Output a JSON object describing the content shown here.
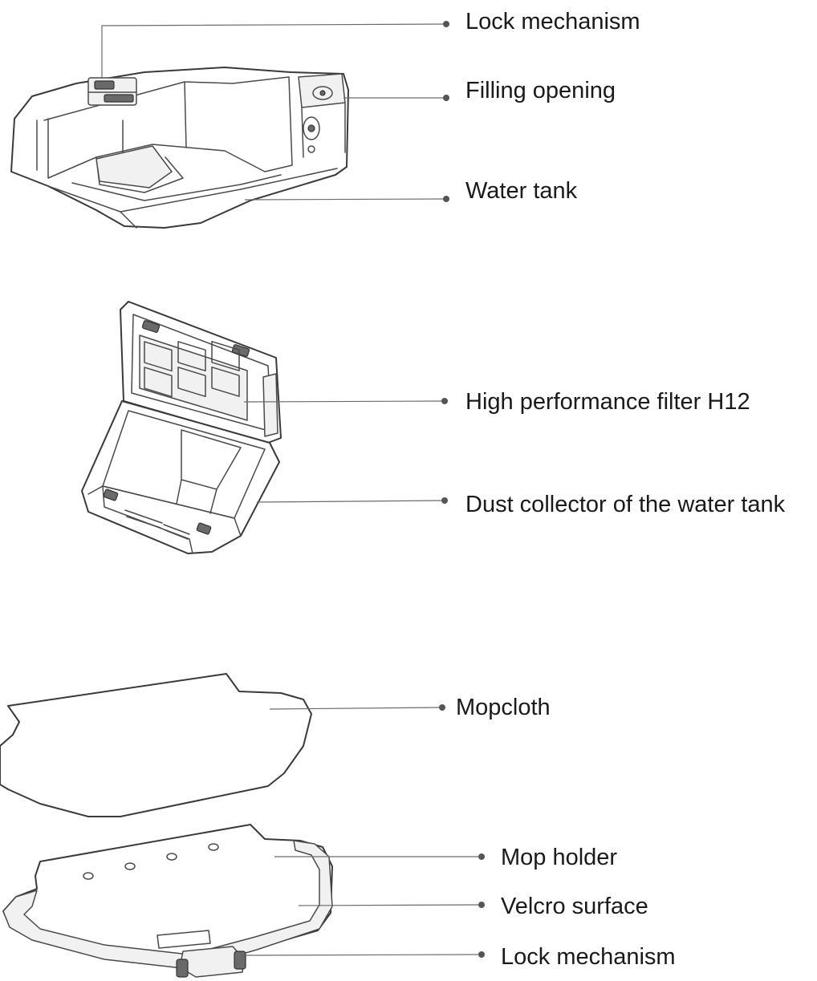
{
  "labels": {
    "lock_mechanism_top": "Lock mechanism",
    "filling_opening": "Filling opening",
    "water_tank": "Water tank",
    "hepa_filter": "High performance filter H12",
    "dust_collector": "Dust collector of the water tank",
    "mopcloth": "Mopcloth",
    "mop_holder": "Mop holder",
    "velcro_surface": "Velcro surface",
    "lock_mechanism_bottom": "Lock mechanism"
  },
  "colors": {
    "line": "#3a3a3a",
    "leader": "#6b6b6b",
    "text": "#1a1a1a",
    "background": "#ffffff"
  }
}
